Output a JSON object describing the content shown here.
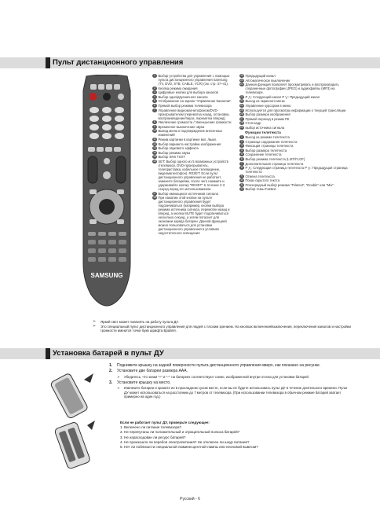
{
  "section1": {
    "title": "Пульт дистанционного управления"
  },
  "section2": {
    "title": "Установка батарей в пульт ДУ"
  },
  "remote": {
    "brand": "SAMSUNG"
  },
  "left_items": [
    {
      "n": "1",
      "t": "Выбор устройства для управления с помощью пульта дистанционного управления Samsung (TV, DVD, STB, CABLE, VCR) (см. стр. 37~41)."
    },
    {
      "n": "2",
      "t": "Кнопка режима ожидания"
    },
    {
      "n": "3",
      "t": "Цифровые кнопки для выбора каналов"
    },
    {
      "n": "4",
      "t": "Выбор одно/двузначного канала"
    },
    {
      "n": "5",
      "t": "Отображение на экране \"Управление Каналом\"."
    },
    {
      "n": "6",
      "t": "Прямой выбор режима телевизора"
    },
    {
      "n": "7",
      "t": "Управление видеомагнитофоном/DVD-проигрывателем (перемотка назад, остановка, воспроизведение/пауза, перемотка вперед)"
    },
    {
      "n": "8",
      "t": "Увеличение громкости / Уменьшение громкости"
    },
    {
      "n": "9",
      "t": "Временное выключение звука"
    },
    {
      "n": "10",
      "t": "Вывод меню и подтверждение внесенных изменений"
    },
    {
      "n": "11",
      "t": "Режим картинки в картинке вкл. /выкл."
    },
    {
      "n": "12",
      "t": "Выбор варианта настройки изображения"
    },
    {
      "n": "13",
      "t": "Выбор звукового эффекта"
    },
    {
      "n": "14",
      "t": "Выбор режима звука"
    },
    {
      "n": "15",
      "t": "Выбор SRS TSXT"
    },
    {
      "n": "16",
      "t": "SET: Выбор одного из 5 возможных устройств (телевизор, DVD-проигрыватель, телеприставка, кабельное телевидение, видеомагнитофон). RESET: Если пульт дистанционного управления не работает, замените батарейки, после чего нажмите и удерживайте кнопку \"RESET\" в течение 2-3 секунд перед его использованием."
    },
    {
      "n": "17",
      "t": "Выбор имеющихся источников сигнала"
    },
    {
      "n": "18",
      "t": "При нажатии этой кнопки на пульте дистанционного управления будет подсвечиваться (например, кнопки выбора режима источника сигнала, перемотки назад и вперед, а кнопка MUTE будет подсвечиваться несколько секунд, а затем погаснет для экономии заряда батареи. Данной функцией можно пользоваться для установки дистанционного управления в условиях недостаточного освещения"
    }
  ],
  "right_items": [
    {
      "n": "19",
      "t": "Предыдущий канал"
    },
    {
      "n": "20",
      "t": "Автоматическое выключение"
    },
    {
      "n": "21",
      "t": "Данная функция позволяет просматривать и воспроизводить сохраненные фотографии (JPEG) и аудиофайлы (MP3) на телевизоре."
    },
    {
      "n": "22",
      "t": "P ⋀: Следующий канал P ⋁: Предыдущий канал"
    },
    {
      "n": "23",
      "t": "Выход из экранного меню"
    },
    {
      "n": "24",
      "t": "Управление курсором в меню"
    },
    {
      "n": "25",
      "t": "Используется для просмотра информации о текущей трансляции"
    },
    {
      "n": "26",
      "t": "Выбор размера изображения"
    },
    {
      "n": "27",
      "t": "Прямой переход в режим ПК"
    },
    {
      "n": "28",
      "t": "Стоп-кадр"
    },
    {
      "n": "29",
      "t": "выбор источника сигнала"
    }
  ],
  "teletext": {
    "heading": "Функции телетекста",
    "items": [
      {
        "n": "1",
        "t": "Выход из режима телетекста"
      },
      {
        "n": "2",
        "t": "Страница содержания телетекста"
      },
      {
        "n": "3",
        "t": "Фиксация страницы телетекста"
      },
      {
        "n": "4",
        "t": "Выбор размера телетекста"
      },
      {
        "n": "5",
        "t": "Сохранение телетекста"
      },
      {
        "n": "6",
        "t": "Выбор режима телетекста (LIST/FLOF)"
      },
      {
        "n": "7",
        "t": "Дополнительная страница телетекста"
      },
      {
        "n": "8",
        "t": "P ⋀: Следующая страница телетекста P ⋁: Предыдущая страница телетекста"
      },
      {
        "n": "9",
        "t": "Отмена телетекста"
      },
      {
        "n": "10",
        "t": "Показ скрытого текста"
      },
      {
        "n": "11",
        "t": "Поочередный выбор режима \"Teletext\", \"Double\" или \"Mix\"."
      },
      {
        "n": "12",
        "t": "Выбор темы Fastext"
      }
    ]
  },
  "notes": [
    "Яркий свет может повлиять на работу пульта ДУ.",
    "Это специальный пульт дистанционного управления для людей с плохим зрением. На кнопках включения/выключения, переключения каналов и настройки громкости имеются точки букв шрифта Брайля."
  ],
  "steps": [
    {
      "n": "1.",
      "t": "Поднимите крышку на задней поверхности пульта дистанционного управления вверх, как показано на рисунке."
    },
    {
      "n": "2.",
      "t": "Установите две батареи размера ААА.",
      "sub": "Убедитесь, что знаки \"+\" и \"–\" на батареях соответствуют схеме, изображенной внутри отсека для установки батарей."
    },
    {
      "n": "3.",
      "t": "Установите крышку на место.",
      "sub": "Извлеките батареи и храните их в прохладном сухом месте, если вы не будете использовать пульт ДУ в течение длительного времени. Пульт ДУ может использоваться на расстоянии до 7 метров от телевизора. (При использовании телевизора в обычном режиме батарей хватает примерно на один год.)"
    }
  ],
  "check": {
    "heading": "Если не работает пульт ДУ, проверьте следующее:",
    "items": [
      "1. Включено ли питание телевизора?",
      "2. Не перепутаны ли положительный и отрицательный полюса батарей?",
      "3. Не израсходован ли ресурс батарей?",
      "4. Не произошло ли перебоя электропитания? Не отключен ли шнур питания?",
      "5. Нет ли поблизости специальной люминесцентной лампы или неоновой вывески?"
    ]
  },
  "footer": "Русский - 6",
  "colors": {
    "header_bg": "#dcdcdc",
    "remote_body": "#555555",
    "remote_dark": "#2a2a2a"
  }
}
